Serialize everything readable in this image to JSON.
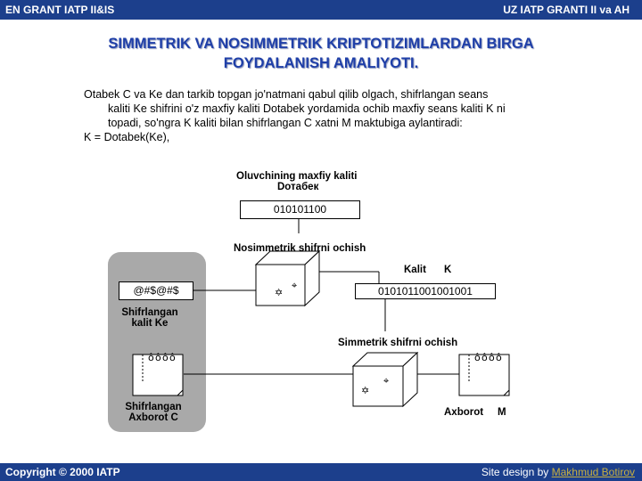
{
  "header": {
    "left": "EN GRANT IATP II&IS",
    "right": "UZ IATP GRANTI II va AH"
  },
  "title": {
    "line1": "SIMMETRIK VA NOSIMMETRIK KRIPTOTIZIMLARDAN BIRGA",
    "line2": "FOYDALANISH AMALIYOTI."
  },
  "paragraph": {
    "line1": "Otabek C va Ke dan tarkib topgan jo'natmani qabul qilib olgach, shifrlangan seans",
    "line2": "kaliti Ke shifrini o'z maxfiy kaliti Dotabek yordamida ochib maxfiy seans kaliti K ni",
    "line3": "topadi, so'ngra K kaliti bilan shifrlangan C xatni M maktubiga aylantiradi:",
    "line4": "K = Dotabek(Ke),"
  },
  "diagram": {
    "private_key_label1": "Oluvchining maxfiy kaliti",
    "private_key_label2": "Dотабек",
    "private_key_value": "010101100",
    "asym_decrypt_label": "Nosimmetrik shifrni ochish",
    "key_label": "Kalit",
    "key_symbol": "K",
    "encrypted_key_value": "@#$@#$",
    "key_bits": "0101011001001001",
    "encrypted_key_label1": "Shifrlangan",
    "encrypted_key_label2": "kalit Ke",
    "sym_decrypt_label": "Simmetrik shifrni ochish",
    "encrypted_msg_label1": "Shifrlangan",
    "encrypted_msg_label2": "Axborot  C",
    "message_label": "Axborot",
    "message_symbol": "M"
  },
  "footer": {
    "copyright": "Copyright © 2000 IATP",
    "design_prefix": "Site design by ",
    "design_author": "Makhmud Botirov"
  },
  "colors": {
    "bar": "#1c3f8c",
    "title": "#1f3fa8",
    "grey_panel": "#a9a9a9",
    "link": "#c8b040"
  }
}
